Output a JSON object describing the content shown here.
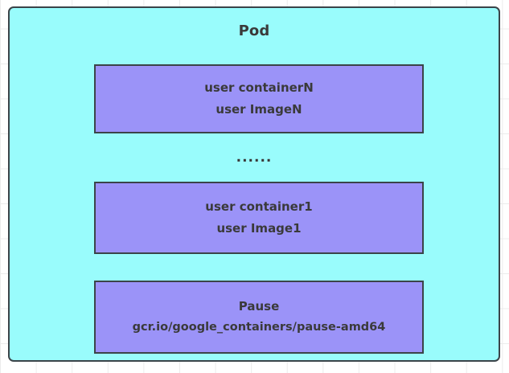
{
  "diagram": {
    "background": {
      "grid": true,
      "grid_color": "#ececec",
      "page_color": "#ffffff"
    },
    "pod": {
      "title": "Pod",
      "fill_color": "#99fcfc",
      "border_color": "#3b4449",
      "text_color": "#3a3a3a"
    },
    "separator": {
      "label": "......"
    },
    "containers": [
      {
        "name_label": "user containerN",
        "image_label": "user ImageN",
        "fill_color": "#9b93f8",
        "border_color": "#3b4449"
      },
      {
        "name_label": "user container1",
        "image_label": "user Image1",
        "fill_color": "#9b93f8",
        "border_color": "#3b4449"
      },
      {
        "name_label": "Pause",
        "image_label": "gcr.io/google_containers/pause-amd64",
        "fill_color": "#9b93f8",
        "border_color": "#3b4449"
      }
    ]
  }
}
